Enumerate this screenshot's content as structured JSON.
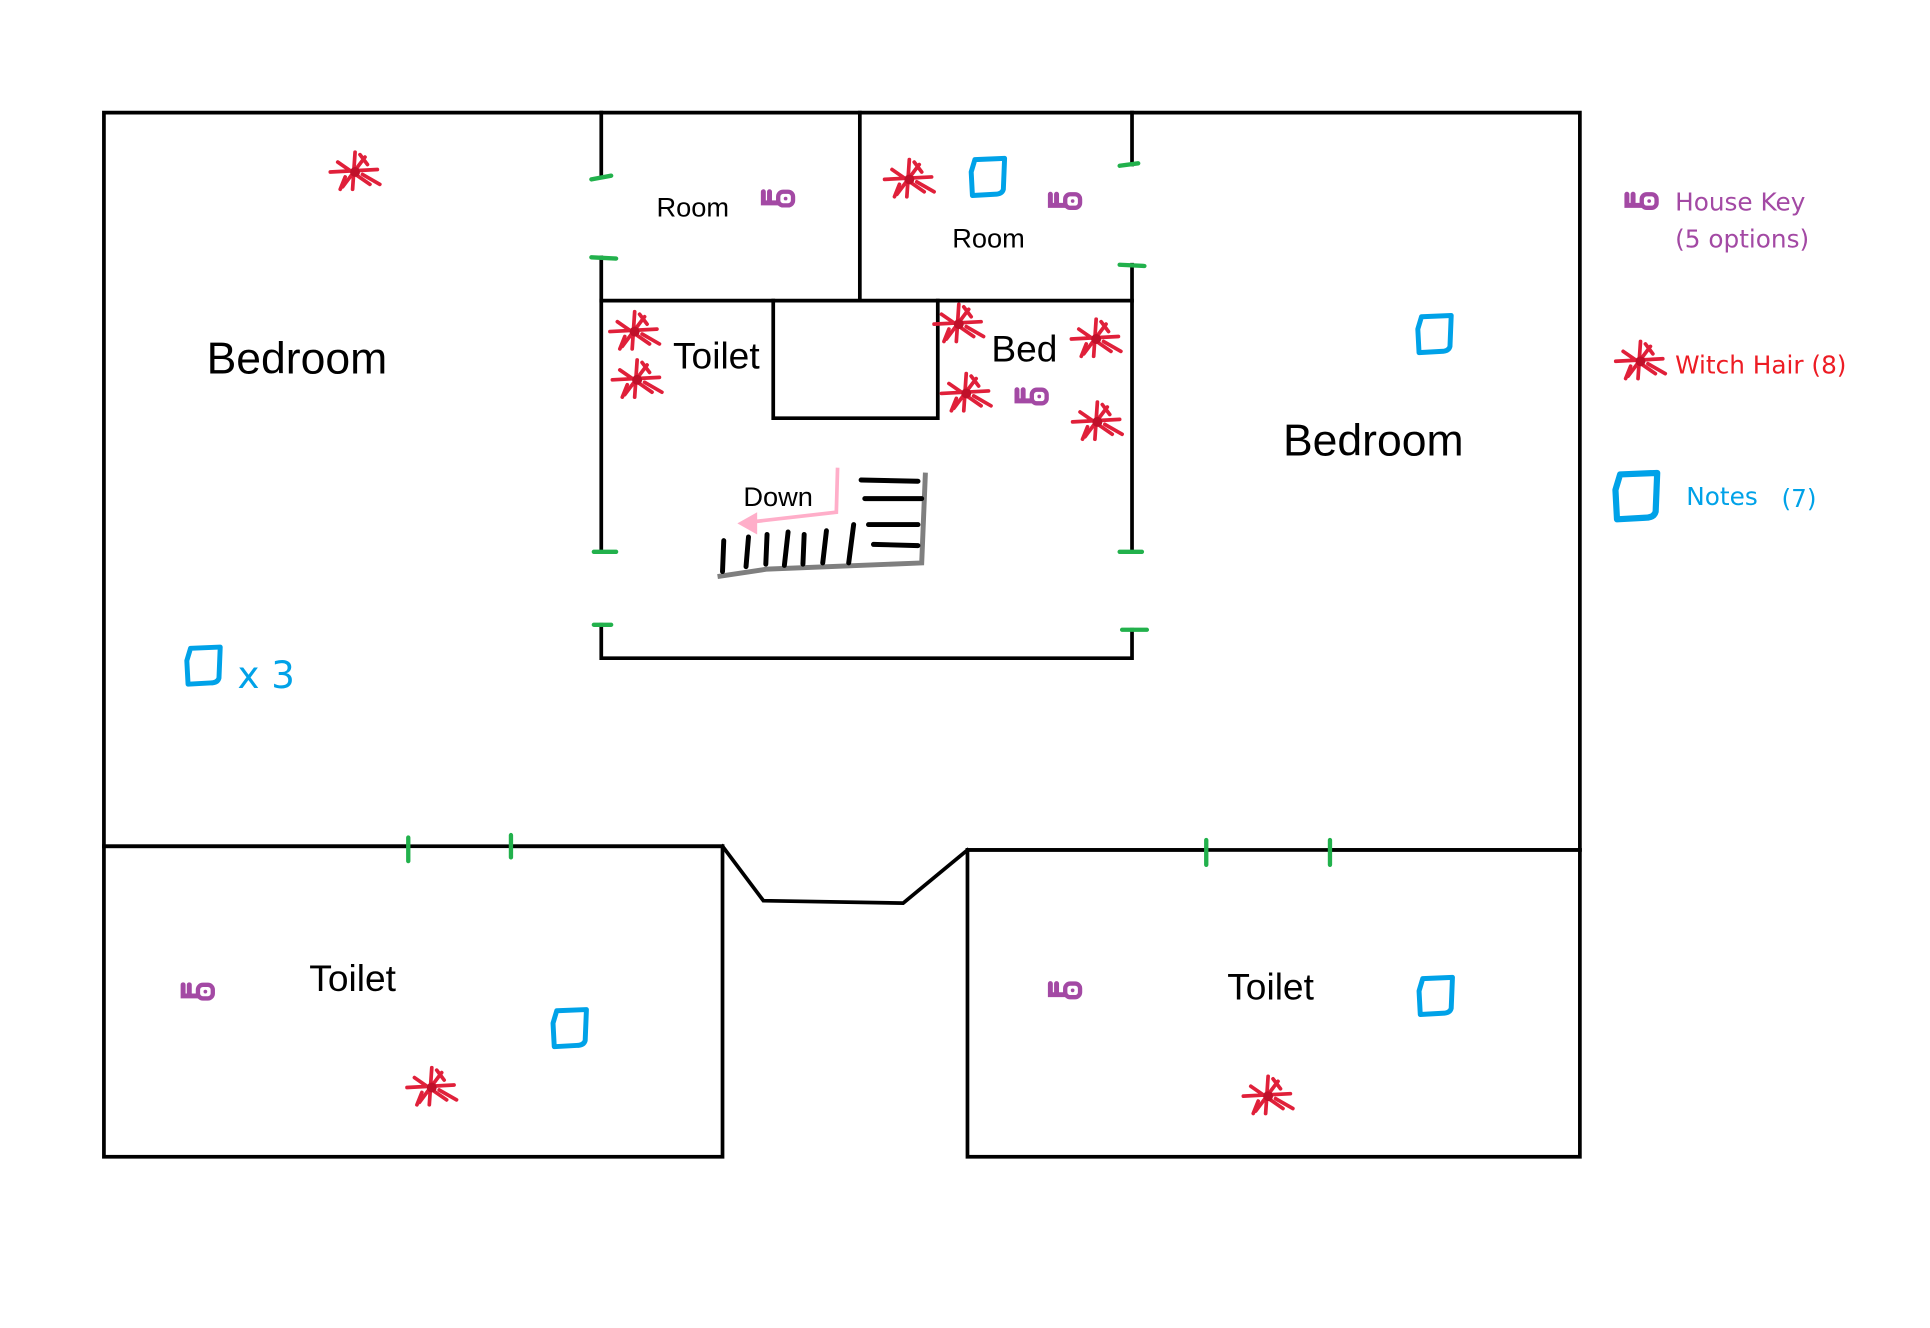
{
  "rooms": {
    "bedroom_left": "Bedroom",
    "bedroom_right": "Bedroom",
    "room_top_left": "Room",
    "room_top_right": "Room",
    "toilet_center": "Toilet",
    "bed_center": "Bed",
    "toilet_bottom_left": "Toilet",
    "toilet_bottom_right": "Toilet"
  },
  "stairs_label": "Down",
  "notes_multiplier": "x 3",
  "legend": {
    "house_key": {
      "label": "House Key",
      "sub": "(5 options)",
      "color": "#a349a4"
    },
    "witch_hair": {
      "label": "Witch Hair (8)",
      "color": "#ed1c24"
    },
    "notes": {
      "label": "Notes",
      "count": "(7)",
      "color": "#00a2e8"
    }
  },
  "icons": {
    "key": "key-icon",
    "hair": "witch-hair-icon",
    "note": "note-icon"
  }
}
